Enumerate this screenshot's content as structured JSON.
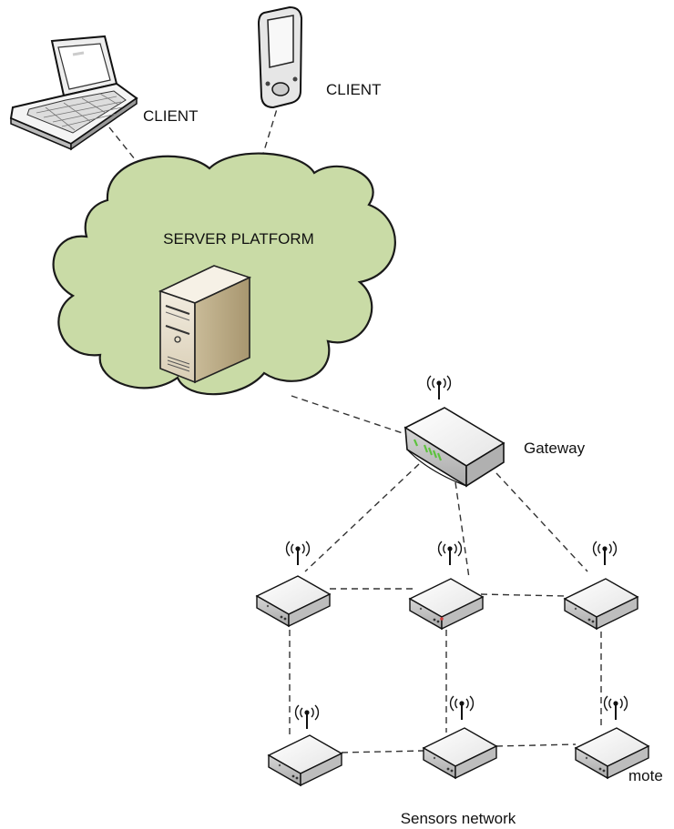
{
  "labels": {
    "client_laptop": "CLIENT",
    "client_phone": "CLIENT",
    "server_platform": "SERVER PLATFORM",
    "gateway": "Gateway",
    "mote": "mote",
    "sensors_network": "Sensors network"
  },
  "colors": {
    "cloud_fill": "#c9dba6",
    "cloud_stroke": "#1a1a1a",
    "server_body": "#e3d9c2",
    "gateway_led": "#5cc23c",
    "link_line": "#333333"
  },
  "icons": {
    "laptop": "laptop-icon",
    "phone": "phone-icon",
    "server": "server-icon",
    "gateway": "router-icon",
    "mote": "sensor-mote-icon",
    "antenna": "antenna-signal-icon"
  }
}
